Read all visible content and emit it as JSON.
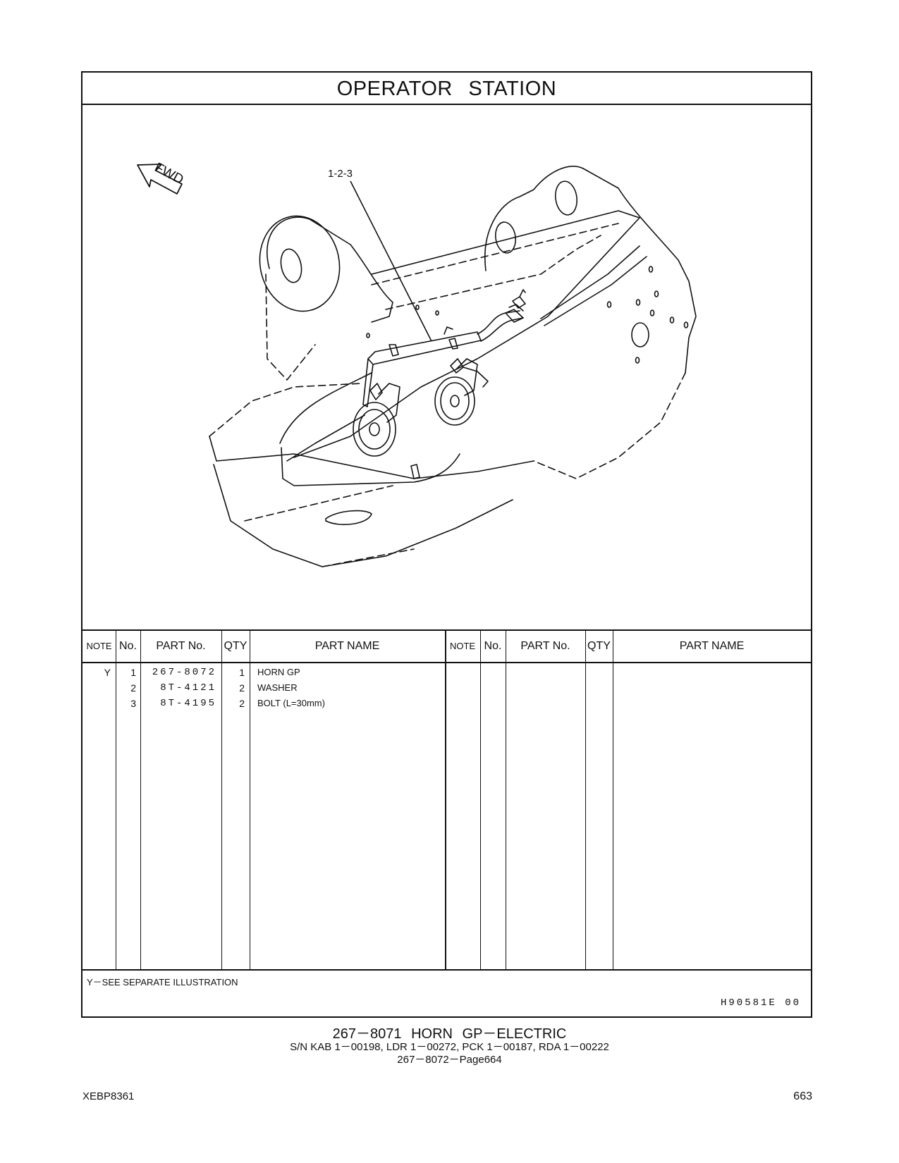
{
  "page": {
    "title": "OPERATOR STATION",
    "callout_label": "1-2-3",
    "direction_label": "FWD"
  },
  "table": {
    "headers": {
      "note": "NOTE",
      "no": "No.",
      "part_no": "PART No.",
      "qty": "QTY",
      "part_name": "PART NAME"
    },
    "rows": [
      {
        "note": "Y",
        "no": "1",
        "part_no": "267-8072",
        "qty": "1",
        "name": "HORN GP"
      },
      {
        "note": "",
        "no": "2",
        "part_no": "8T-4121",
        "qty": "2",
        "name": "WASHER"
      },
      {
        "note": "",
        "no": "3",
        "part_no": "8T-4195",
        "qty": "2",
        "name": "BOLT (L=30mm)"
      }
    ],
    "footnote": "Y－SEE SEPARATE ILLUSTRATION",
    "illustration_code": "H90581E 00"
  },
  "caption": {
    "main": "267－8071 HORN GP－ELECTRIC",
    "serials": "S/N KAB 1－00198, LDR 1－00272, PCK 1－00187, RDA 1－00222",
    "reference": "267－8072－Page664"
  },
  "footer": {
    "doc_id": "XEBP8361",
    "page_number": "663"
  }
}
